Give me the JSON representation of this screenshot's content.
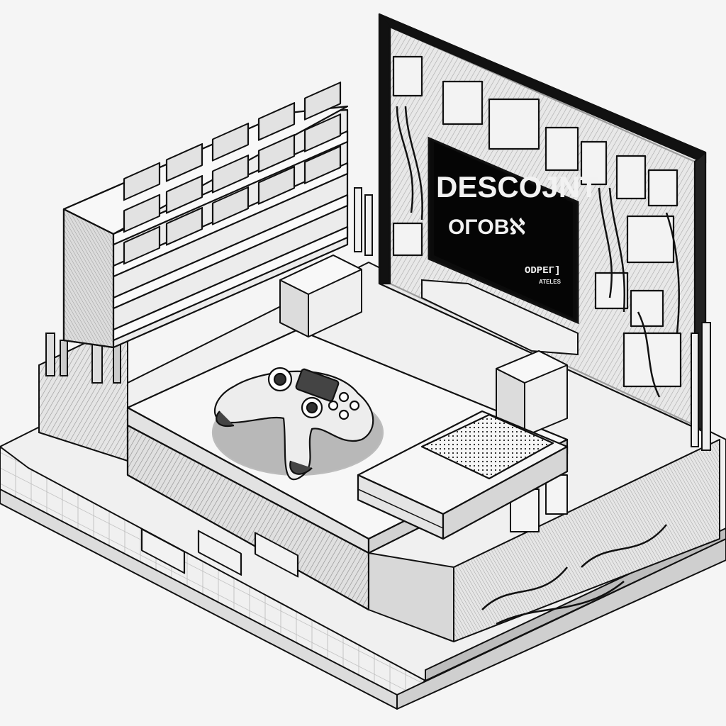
{
  "scene": {
    "background_color": "#f5f5f5",
    "line_color": "#111111"
  },
  "screen": {
    "line1": "DESCOJNT",
    "line2": "OΓOBℵ",
    "line3": "ODPEΓ]",
    "line4": "ATELES"
  },
  "objects": {
    "controller_icon": "gamepad-icon",
    "console_icon": "console-icon"
  }
}
